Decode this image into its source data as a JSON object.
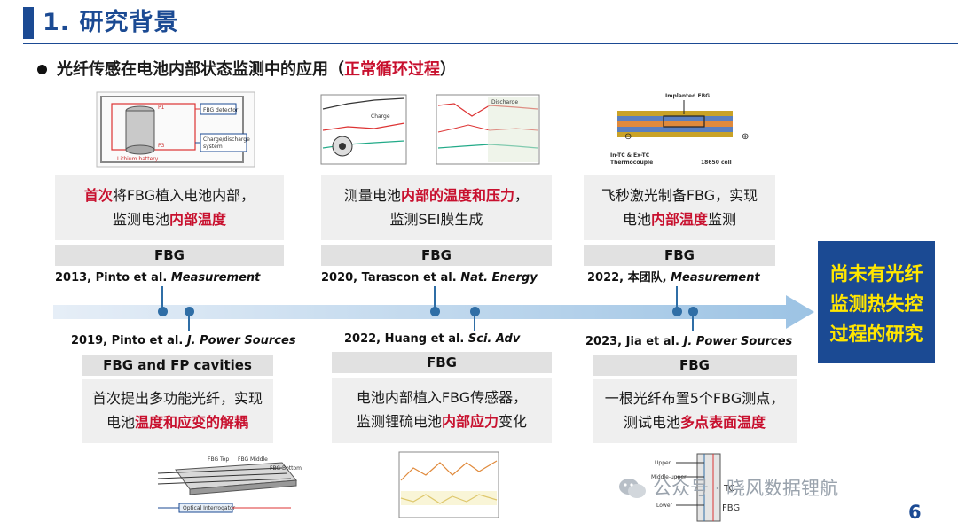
{
  "header": {
    "title": "1. 研究背景"
  },
  "subtitle": {
    "main": "光纤传感在电池内部状态监测中的应用（",
    "highlight": "正常循环过程",
    "end": "）"
  },
  "top_items": [
    {
      "label": "FBG",
      "citation_prefix": "2013, Pinto et al. ",
      "journal": "Measurement",
      "line1": [
        {
          "t": "首次",
          "hl": true
        },
        {
          "t": "将FBG植入电池内部，",
          "hl": false
        }
      ],
      "line2": [
        {
          "t": "监测电池",
          "hl": false
        },
        {
          "t": "内部温度",
          "hl": true
        }
      ]
    },
    {
      "label": "FBG",
      "citation_prefix": "2020, Tarascon et al. ",
      "journal": "Nat. Energy",
      "line1": [
        {
          "t": "测量电池",
          "hl": false
        },
        {
          "t": "内部的温度和压力",
          "hl": true
        },
        {
          "t": "，",
          "hl": false
        }
      ],
      "line2": [
        {
          "t": "监测SEI膜生成",
          "hl": false
        }
      ]
    },
    {
      "label": "FBG",
      "citation_prefix": "2022, 本团队, ",
      "journal": "Measurement",
      "line1": [
        {
          "t": "飞秒激光制备FBG，实现",
          "hl": false
        }
      ],
      "line2": [
        {
          "t": "电池",
          "hl": false
        },
        {
          "t": "内部温度",
          "hl": true
        },
        {
          "t": "监测",
          "hl": false
        }
      ]
    }
  ],
  "bottom_items": [
    {
      "label": "FBG and FP cavities",
      "citation_prefix": "2019, Pinto et al. ",
      "journal": "J. Power Sources",
      "line1": [
        {
          "t": "首次提出多功能光纤，实现",
          "hl": false
        }
      ],
      "line2": [
        {
          "t": "电池",
          "hl": false
        },
        {
          "t": "温度和应变的解耦",
          "hl": true
        }
      ]
    },
    {
      "label": "FBG",
      "citation_prefix": "2022, Huang et al. ",
      "journal": "Sci. Adv",
      "line1": [
        {
          "t": "电池内部植入FBG传感器，",
          "hl": false
        }
      ],
      "line2": [
        {
          "t": "监测锂硫电池",
          "hl": false
        },
        {
          "t": "内部应力",
          "hl": true
        },
        {
          "t": "变化",
          "hl": false
        }
      ]
    },
    {
      "label": "FBG",
      "citation_prefix": "2023, Jia et al. ",
      "journal": "J. Power Sources",
      "line1": [
        {
          "t": "一根光纤布置5个FBG测点，",
          "hl": false
        }
      ],
      "line2": [
        {
          "t": "测试电池",
          "hl": false
        },
        {
          "t": "多点表面温度",
          "hl": true
        }
      ]
    }
  ],
  "conclusion": {
    "lines": [
      "尚未有光纤",
      "监测热失控",
      "过程的研究"
    ]
  },
  "figures": {
    "fig1": {
      "detector": "FBG detector",
      "charge": "Charge/discharge",
      "system": "system",
      "battery": "Lithium battery",
      "p1": "P1",
      "p2": "P3"
    },
    "fig3": {
      "implanted": "Implanted FBG",
      "tc": "In-TC & Ex-TC",
      "thermo": "Thermocouple",
      "cell": "18650 cell",
      "minus": "⊖",
      "plus": "⊕"
    },
    "fig2": {
      "charge": "Charge",
      "discharge": "Discharge"
    },
    "fig4": {
      "top": "FBG Top",
      "middle": "FBG Middle",
      "bottom": "FBG Bottom",
      "interrogator": "Optical Interrogator"
    },
    "fig6": {
      "upper": "Upper",
      "middle": "Middle-upper",
      "lower": "Lower",
      "tc": "TC",
      "fbg": "FBG"
    }
  },
  "watermark": {
    "text": "公众号 · 晓风数据锂航"
  },
  "page_number": "6",
  "colors": {
    "brand": "#1b4a93",
    "highlight": "#c8102e",
    "timeline": "#2f6ea6",
    "conclusion_text": "#ffe600"
  }
}
